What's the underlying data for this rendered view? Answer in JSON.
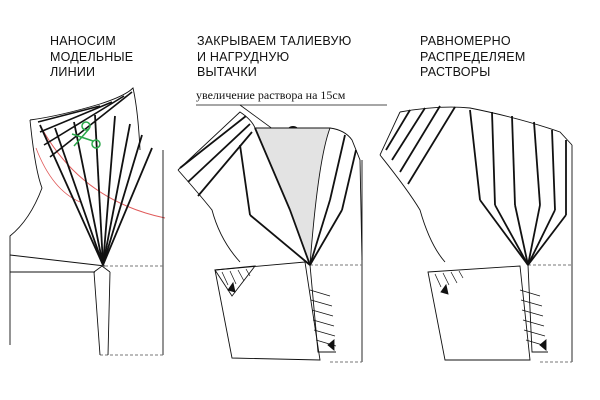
{
  "steps": [
    {
      "title": "НАНОСИМ\nМОДЕЛЬНЫЕ\nЛИНИИ"
    },
    {
      "title": "ЗАКРЫВАЕМ ТАЛИЕВУЮ\nИ НАГРУДНУЮ\nВЫТАЧКИ",
      "note": "увеличение раствора на 15см",
      "marker": "15"
    },
    {
      "title": "РАВНОМЕРНО\nРАСПРЕДЕЛЯЕМ\nРАСТВОРЫ"
    }
  ],
  "colors": {
    "line": "#111111",
    "dash": "#777777",
    "red_guide": "#e05a5a",
    "shade": "#e3e3e3",
    "scissors": "#2aa84a"
  },
  "icons": {
    "cut_tool": "scissors-icon"
  }
}
